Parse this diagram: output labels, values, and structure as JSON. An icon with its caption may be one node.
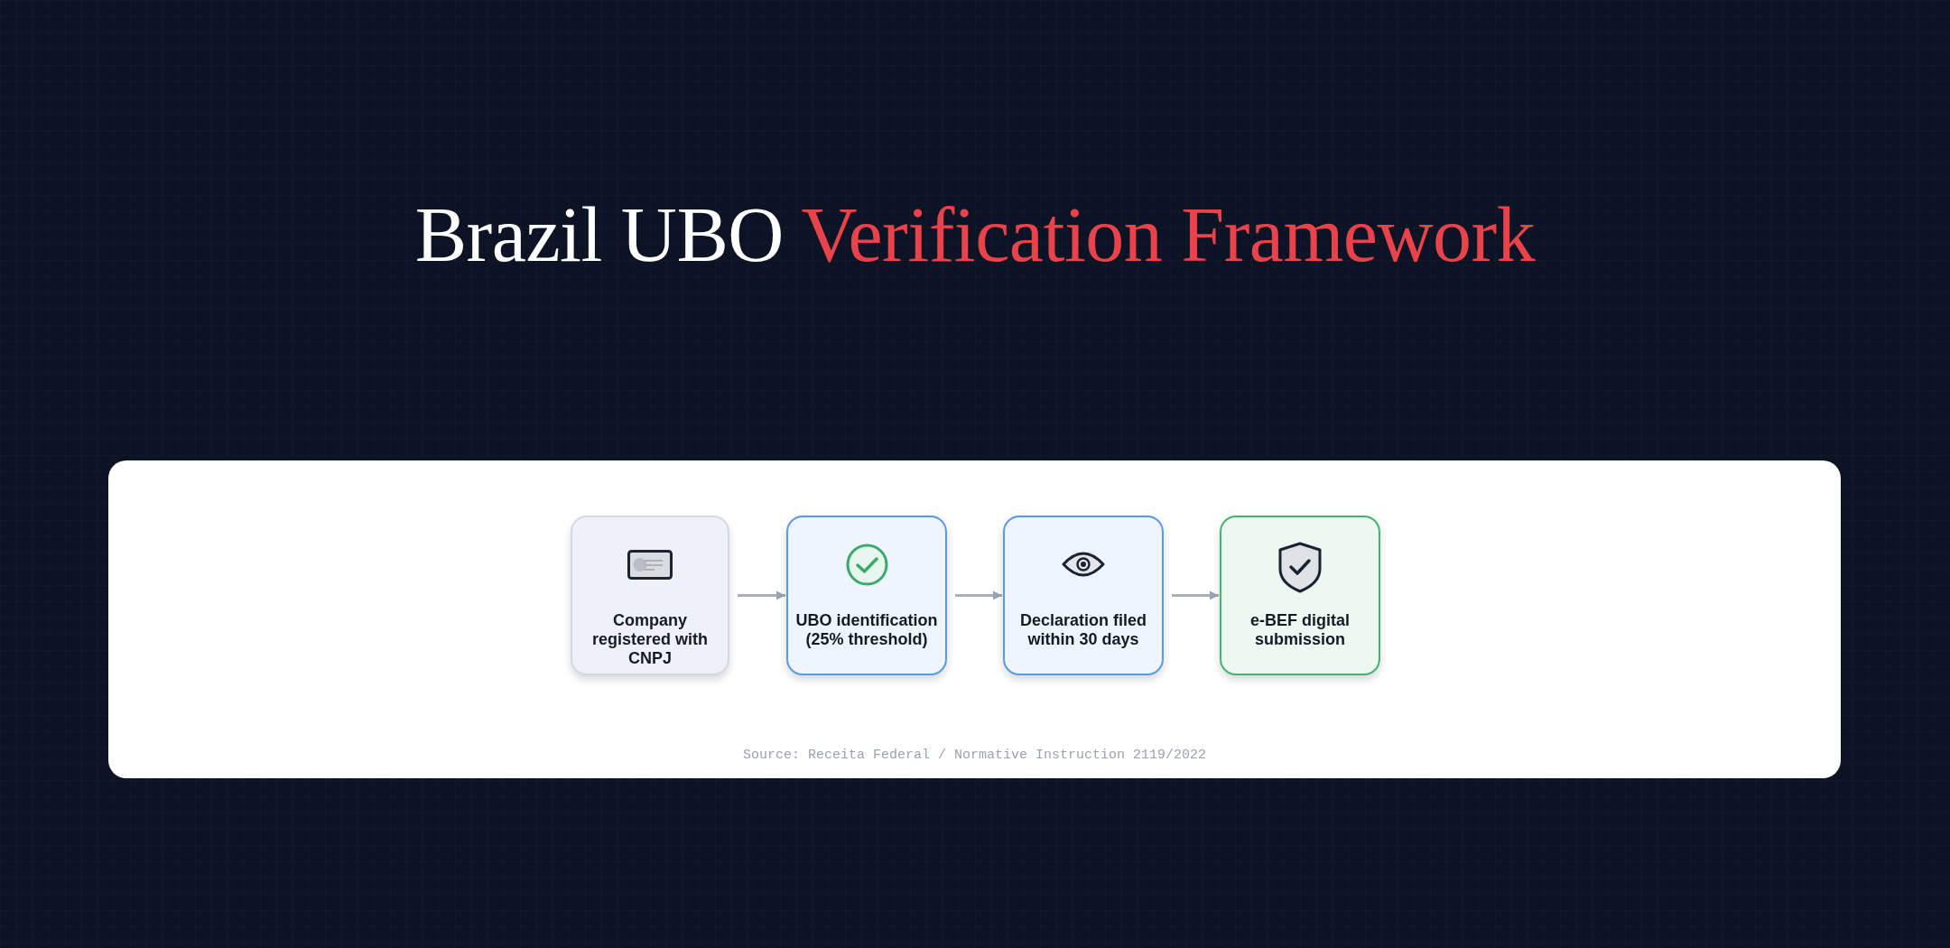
{
  "diagram": {
    "title": "Brazil UBO **Verification Framework**",
    "nodes": [
      {
        "text": [
          "Company registered with CNPJ"
        ]
      },
      {
        "text": [
          "UBO identification (25% threshold)"
        ]
      },
      {
        "text": [
          "Declaration filed within 30 days"
        ]
      },
      {
        "text": [
          "e-BEF digital submission"
        ]
      }
    ],
    "edges": [
      {
        "from": 0,
        "to": 1,
        "arrow": "to"
      },
      {
        "from": 1,
        "to": 2,
        "arrow": "to"
      },
      {
        "from": 2,
        "to": 3,
        "arrow": "to"
      }
    ],
    "labels": [
      "Source: Receita Federal / Normative Instruction 2119/2022"
    ]
  }
}
